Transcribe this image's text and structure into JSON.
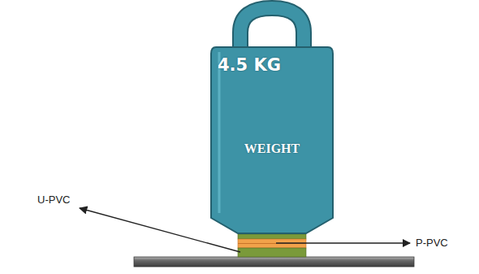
{
  "diagram": {
    "nodes": [
      {
        "text": [
          "4.5 KG",
          "WEIGHT"
        ]
      }
    ],
    "labels": [
      "U-PVC",
      "P-PVC"
    ]
  }
}
